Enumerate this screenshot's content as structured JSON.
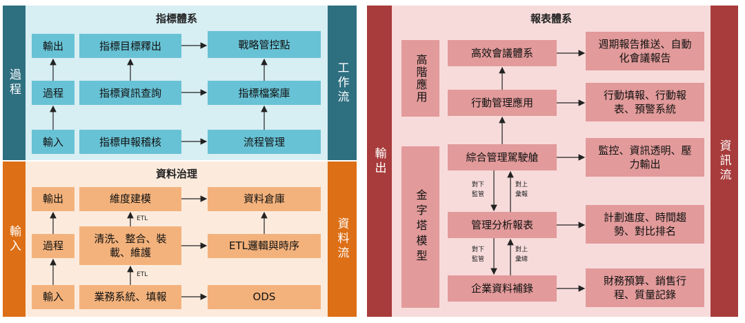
{
  "left": {
    "top": {
      "title": "指標體系",
      "left_label": "過程",
      "right_label": "工作流",
      "boxes": {
        "output": "輸出",
        "process": "過程",
        "input": "輸入",
        "release": "指標目標釋出",
        "query": "指標資訊查詢",
        "report_audit": "指標申報稽核",
        "strategy": "戰略管控點",
        "archive": "指標檔案庫",
        "flow": "流程管理"
      }
    },
    "bottom": {
      "title": "資料治理",
      "left_label": "輸入",
      "right_label": "資料流",
      "boxes": {
        "output": "輸出",
        "process": "過程",
        "input": "輸入",
        "dimension": "維度建模",
        "cleaning": "清洗、整合、裝載、維護",
        "business": "業務系統、填報",
        "warehouse": "資料倉庫",
        "etl_logic": "ETL邏輯與時序",
        "ods": "ODS"
      },
      "etl_label_1": "ETL",
      "etl_label_2": "ETL"
    }
  },
  "right": {
    "title": "報表體系",
    "left_label": "輸出",
    "right_label": "資訊流",
    "side_top": "高階應用",
    "side_bottom": "金字塔模型",
    "boxes": {
      "meeting": "高效會議體系",
      "action": "行動管理應用",
      "cockpit": "綜合管理駕駛艙",
      "analysis": "管理分析報表",
      "supplement": "企業資料補錄"
    },
    "outputs": {
      "periodic": "週期報告推送、自動化會議報告",
      "action_fill": "行動填報、行動報表、預警系統",
      "monitor": "監控、資訊透明、壓力輸出",
      "plan": "計劃進度、時間趨勢、對比排名",
      "finance": "財務預算、銷售行程、質量記錄"
    },
    "arrow_labels": {
      "down1": "對下監管",
      "up1": "對上彙報",
      "down2": "對下監管",
      "up2": "對上彙總"
    }
  },
  "colors": {
    "teal_bar": "#2e6f80",
    "teal_bg": "#d7eef3",
    "teal_box": "#68c2d5",
    "orange_bar": "#dd6f16",
    "orange_bg": "#fcebdd",
    "orange_box": "#f3b27c",
    "red_bar": "#a83b3b",
    "red_bg": "#f7dbdb",
    "red_box": "#e29a9a"
  }
}
